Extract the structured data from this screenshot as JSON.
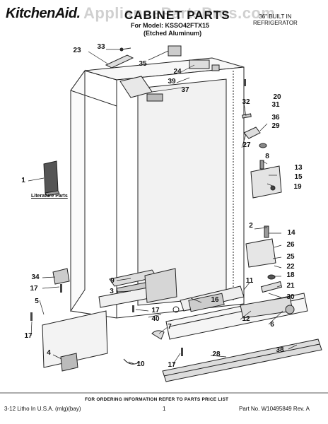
{
  "header": {
    "brand": "KitchenAid.",
    "title": "CABINET PARTS",
    "watermark": "AppliancePartsPros.com",
    "model_line": "For Model: KSSO42FTX15",
    "finish_line": "(Etched Aluminum)",
    "product_line1": "36\" BUILT IN",
    "product_line2": "REFRIGERATOR"
  },
  "literature_label": "Literature Parts",
  "callouts": [
    "1",
    "2",
    "3",
    "4",
    "5",
    "6",
    "7",
    "8",
    "9",
    "10",
    "11",
    "12",
    "13",
    "14",
    "15",
    "16",
    "17",
    "18",
    "19",
    "20",
    "21",
    "22",
    "23",
    "24",
    "25",
    "26",
    "27",
    "28",
    "29",
    "30",
    "31",
    "32",
    "33",
    "34",
    "35",
    "36",
    "37",
    "38",
    "39",
    "40"
  ],
  "footer": {
    "order_note": "FOR ORDERING INFORMATION REFER TO PARTS PRICE LIST",
    "print_info": "3-12 Litho In U.S.A. (mlg)(bay)",
    "page_number": "1",
    "part_number": "Part No. W10495849 Rev. A"
  }
}
